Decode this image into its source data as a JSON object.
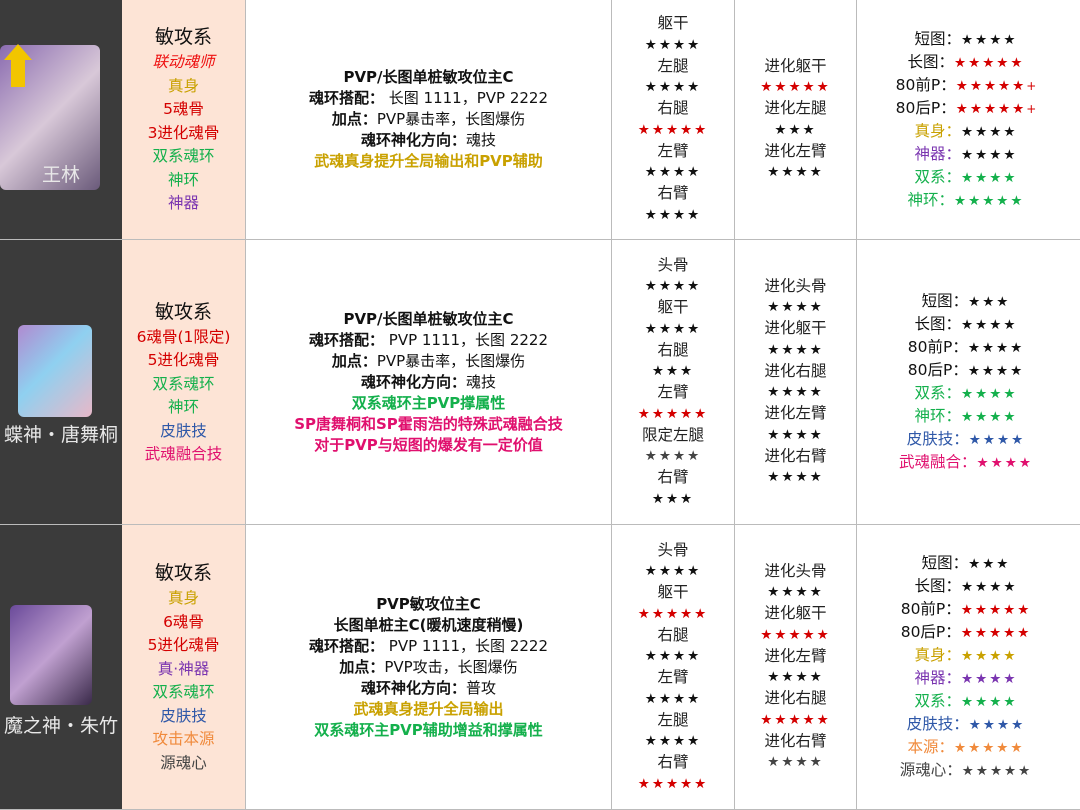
{
  "colors": {
    "black": "#111111",
    "red": "#d40000",
    "gold": "#c9a100",
    "green": "#14b04c",
    "purple": "#7a35b0",
    "blue": "#2f58a8",
    "pink": "#e0106e",
    "orange": "#f08a3c",
    "gray": "#444444",
    "redit": "#ee1111"
  },
  "rows": [
    {
      "name": "王林",
      "tags": [
        {
          "text": "敏攻系",
          "color": "black",
          "title": true
        },
        {
          "text": "联动魂师",
          "color": "redit",
          "italic": true
        },
        {
          "text": "真身",
          "color": "gold"
        },
        {
          "text": "5魂骨",
          "color": "red"
        },
        {
          "text": "3进化魂骨",
          "color": "red"
        },
        {
          "text": "双系魂环",
          "color": "green"
        },
        {
          "text": "神环",
          "color": "green"
        },
        {
          "text": "神器",
          "color": "purple"
        }
      ],
      "desc": [
        {
          "text": "PVP/长图单桩敏攻位主C",
          "color": "black"
        },
        {
          "label": "魂环搭配：",
          "value": " 长图 1111，PVP 2222",
          "color": "black"
        },
        {
          "label": "加点：",
          "value": "PVP暴击率，长图爆伤",
          "color": "black"
        },
        {
          "label": "魂环神化方向：",
          "value": "魂技",
          "color": "black"
        },
        {
          "text": "武魂真身提升全局输出和PVP辅助",
          "color": "gold"
        }
      ],
      "bones": [
        {
          "part": "躯干",
          "stars": "★★★★",
          "color": "black"
        },
        {
          "part": "左腿",
          "stars": "★★★★",
          "color": "black"
        },
        {
          "part": "右腿",
          "stars": "★★★★★",
          "color": "red"
        },
        {
          "part": "左臂",
          "stars": "★★★★",
          "color": "black"
        },
        {
          "part": "右臂",
          "stars": "★★★★",
          "color": "black"
        }
      ],
      "evo": [
        {
          "part": "进化躯干",
          "stars": "★★★★★",
          "color": "red"
        },
        {
          "part": "进化左腿",
          "stars": "★★★",
          "color": "black"
        },
        {
          "part": "进化左臂",
          "stars": "★★★★",
          "color": "black"
        }
      ],
      "ratings": [
        {
          "label": "短图：",
          "lcolor": "black",
          "stars": "★★★★",
          "color": "black"
        },
        {
          "label": "长图：",
          "lcolor": "black",
          "stars": "★★★★★",
          "color": "red"
        },
        {
          "label": "80前P：",
          "lcolor": "black",
          "stars": "★★★★★",
          "color": "red",
          "plus": "+"
        },
        {
          "label": "80后P：",
          "lcolor": "black",
          "stars": "★★★★★",
          "color": "red",
          "plus": "+"
        },
        {
          "label": "真身：",
          "lcolor": "gold",
          "stars": "★★★★",
          "color": "black"
        },
        {
          "label": "神器：",
          "lcolor": "purple",
          "stars": "★★★★",
          "color": "black"
        },
        {
          "label": "双系：",
          "lcolor": "green",
          "stars": "★★★★",
          "color": "green"
        },
        {
          "label": "神环：",
          "lcolor": "green",
          "stars": "★★★★★",
          "color": "green"
        }
      ]
    },
    {
      "name": "蝶神・唐舞桐",
      "tags": [
        {
          "text": "敏攻系",
          "color": "black",
          "title": true
        },
        {
          "text": "6魂骨(1限定)",
          "color": "red"
        },
        {
          "text": "5进化魂骨",
          "color": "red"
        },
        {
          "text": "双系魂环",
          "color": "green"
        },
        {
          "text": "神环",
          "color": "green"
        },
        {
          "text": "皮肤技",
          "color": "blue"
        },
        {
          "text": "武魂融合技",
          "color": "pink"
        }
      ],
      "desc": [
        {
          "text": "PVP/长图单桩敏攻位主C",
          "color": "black"
        },
        {
          "label": "魂环搭配：",
          "value": " PVP 1111，长图 2222",
          "color": "black"
        },
        {
          "label": "加点：",
          "value": "PVP暴击率，长图爆伤",
          "color": "black"
        },
        {
          "label": "魂环神化方向：",
          "value": "魂技",
          "color": "black"
        },
        {
          "text": "双系魂环主PVP撑属性",
          "color": "green"
        },
        {
          "text": "SP唐舞桐和SP霍雨浩的特殊武魂融合技",
          "color": "pink"
        },
        {
          "text": "对于PVP与短图的爆发有一定价值",
          "color": "pink"
        }
      ],
      "bones": [
        {
          "part": "头骨",
          "stars": "★★★★",
          "color": "black"
        },
        {
          "part": "躯干",
          "stars": "★★★★",
          "color": "black"
        },
        {
          "part": "右腿",
          "stars": "★★★",
          "color": "black"
        },
        {
          "part": "左臂",
          "stars": "★★★★★",
          "color": "red"
        },
        {
          "part": "限定左腿",
          "stars": "★★★★",
          "color": "gray"
        },
        {
          "part": "右臂",
          "stars": "★★★",
          "color": "black"
        }
      ],
      "evo": [
        {
          "part": "进化头骨",
          "stars": "★★★★",
          "color": "black"
        },
        {
          "part": "进化躯干",
          "stars": "★★★★",
          "color": "black"
        },
        {
          "part": "进化右腿",
          "stars": "★★★★",
          "color": "black"
        },
        {
          "part": "进化左臂",
          "stars": "★★★★",
          "color": "black"
        },
        {
          "part": "进化右臂",
          "stars": "★★★★",
          "color": "black"
        }
      ],
      "ratings": [
        {
          "label": "短图：",
          "lcolor": "black",
          "stars": "★★★",
          "color": "black"
        },
        {
          "label": "长图：",
          "lcolor": "black",
          "stars": "★★★★",
          "color": "black"
        },
        {
          "label": "80前P：",
          "lcolor": "black",
          "stars": "★★★★",
          "color": "black"
        },
        {
          "label": "80后P：",
          "lcolor": "black",
          "stars": "★★★★",
          "color": "black"
        },
        {
          "label": "双系：",
          "lcolor": "green",
          "stars": "★★★★",
          "color": "green"
        },
        {
          "label": "神环：",
          "lcolor": "green",
          "stars": "★★★★",
          "color": "green"
        },
        {
          "label": "皮肤技：",
          "lcolor": "blue",
          "stars": "★★★★",
          "color": "blue"
        },
        {
          "label": "武魂融合：",
          "lcolor": "pink",
          "stars": "★★★★",
          "color": "pink"
        }
      ]
    },
    {
      "name": "魔之神・朱竹",
      "tags": [
        {
          "text": "敏攻系",
          "color": "black",
          "title": true
        },
        {
          "text": "真身",
          "color": "gold"
        },
        {
          "text": "6魂骨",
          "color": "red"
        },
        {
          "text": "5进化魂骨",
          "color": "red"
        },
        {
          "text": "真·神器",
          "color": "purple"
        },
        {
          "text": "双系魂环",
          "color": "green"
        },
        {
          "text": "皮肤技",
          "color": "blue"
        },
        {
          "text": "攻击本源",
          "color": "orange"
        },
        {
          "text": "源魂心",
          "color": "gray"
        }
      ],
      "desc": [
        {
          "text": "PVP敏攻位主C",
          "color": "black"
        },
        {
          "text": "长图单桩主C(暖机速度稍慢)",
          "color": "black"
        },
        {
          "label": "魂环搭配：",
          "value": " PVP 1111，长图 2222",
          "color": "black"
        },
        {
          "label": "加点：",
          "value": "PVP攻击，长图爆伤",
          "color": "black"
        },
        {
          "label": "魂环神化方向：",
          "value": "普攻",
          "color": "black"
        },
        {
          "text": "武魂真身提升全局输出",
          "color": "gold"
        },
        {
          "text": "双系魂环主PVP辅助增益和撑属性",
          "color": "green"
        }
      ],
      "bones": [
        {
          "part": "头骨",
          "stars": "★★★★",
          "color": "black"
        },
        {
          "part": "躯干",
          "stars": "★★★★★",
          "color": "red"
        },
        {
          "part": "右腿",
          "stars": "★★★★",
          "color": "black"
        },
        {
          "part": "左臂",
          "stars": "★★★★",
          "color": "black"
        },
        {
          "part": "左腿",
          "stars": "★★★★",
          "color": "black"
        },
        {
          "part": "右臂",
          "stars": "★★★★★",
          "color": "red"
        }
      ],
      "evo": [
        {
          "part": "进化头骨",
          "stars": "★★★★",
          "color": "black"
        },
        {
          "part": "进化躯干",
          "stars": "★★★★★",
          "color": "red"
        },
        {
          "part": "进化左臂",
          "stars": "★★★★",
          "color": "black"
        },
        {
          "part": "进化右腿",
          "stars": "★★★★★",
          "color": "red"
        },
        {
          "part": "进化右臂",
          "stars": "★★★★",
          "color": "gray"
        }
      ],
      "ratings": [
        {
          "label": "短图：",
          "lcolor": "black",
          "stars": "★★★",
          "color": "black"
        },
        {
          "label": "长图：",
          "lcolor": "black",
          "stars": "★★★★",
          "color": "black"
        },
        {
          "label": "80前P：",
          "lcolor": "black",
          "stars": "★★★★★",
          "color": "red"
        },
        {
          "label": "80后P：",
          "lcolor": "black",
          "stars": "★★★★★",
          "color": "red"
        },
        {
          "label": "真身：",
          "lcolor": "gold",
          "stars": "★★★★",
          "color": "gold"
        },
        {
          "label": "神器：",
          "lcolor": "purple",
          "stars": "★★★★",
          "color": "purple"
        },
        {
          "label": "双系：",
          "lcolor": "green",
          "stars": "★★★★",
          "color": "green"
        },
        {
          "label": "皮肤技：",
          "lcolor": "blue",
          "stars": "★★★★",
          "color": "blue"
        },
        {
          "label": "本源：",
          "lcolor": "orange",
          "stars": "★★★★★",
          "color": "orange"
        },
        {
          "label": "源魂心：",
          "lcolor": "gray",
          "stars": "★★★★★",
          "color": "gray"
        }
      ]
    }
  ]
}
